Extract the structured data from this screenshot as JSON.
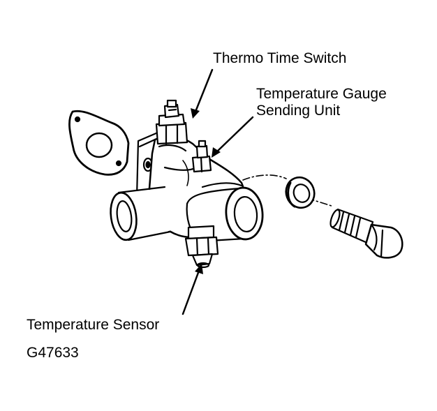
{
  "labels": {
    "thermo_time_switch": "Thermo Time Switch",
    "temp_gauge_line1": "Temperature Gauge",
    "temp_gauge_line2": "Sending Unit",
    "temperature_sensor": "Temperature Sensor",
    "figure_id": "G47633"
  },
  "colors": {
    "ink": "#000000",
    "paper": "#ffffff"
  }
}
